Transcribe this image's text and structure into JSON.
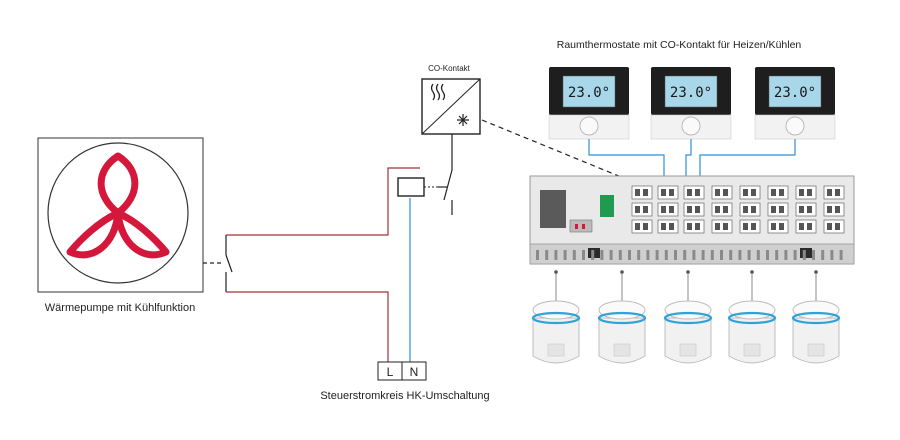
{
  "labels": {
    "heat_pump": "Wärmepumpe mit Kühlfunktion",
    "co_contact": "CO-Kontakt",
    "thermostats": "Raumthermostate mit CO-Kontakt für Heizen/Kühlen",
    "control_circuit": "Steuerstromkreis HK-Umschaltung",
    "terminal_l": "L",
    "terminal_n": "N"
  },
  "thermostats": [
    {
      "display": "23.0°"
    },
    {
      "display": "23.0°"
    },
    {
      "display": "23.0°"
    }
  ],
  "actuator_count": 5,
  "colors": {
    "heat_pump_logo": "#d4173a",
    "wire_live": "#a33333",
    "wire_neutral": "#2e8fd6",
    "thermostat_screen": "#a9d7ea",
    "actuator_ring": "#2fa3d8"
  }
}
